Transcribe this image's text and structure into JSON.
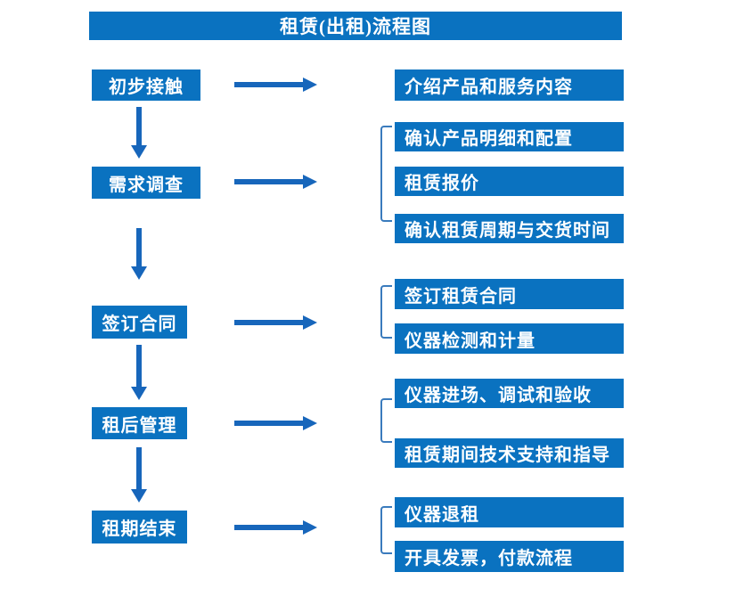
{
  "title": "租赁(出租)流程图",
  "colors": {
    "box_blue": "#0a72c0",
    "arrow_blue": "#1766bb",
    "bracket_blue": "#3a7bbd",
    "text_white": "#ffffff"
  },
  "steps": [
    {
      "label": "初步接触",
      "bracket": false,
      "details": [
        {
          "label": "介绍产品和服务内容"
        }
      ]
    },
    {
      "label": "需求调查",
      "bracket": true,
      "details": [
        {
          "label": "确认产品明细和配置"
        },
        {
          "label": "租赁报价"
        },
        {
          "label": "确认租赁周期与交货时间"
        }
      ]
    },
    {
      "label": "签订合同",
      "bracket": true,
      "details": [
        {
          "label": "签订租赁合同"
        },
        {
          "label": "仪器检测和计量"
        }
      ]
    },
    {
      "label": "租后管理",
      "bracket": true,
      "details": [
        {
          "label": "仪器进场、调试和验收"
        },
        {
          "label": "租赁期间技术支持和指导"
        }
      ]
    },
    {
      "label": "租期结束",
      "bracket": true,
      "details": [
        {
          "label": "仪器退租"
        },
        {
          "label": "开具发票，付款流程"
        }
      ]
    }
  ]
}
